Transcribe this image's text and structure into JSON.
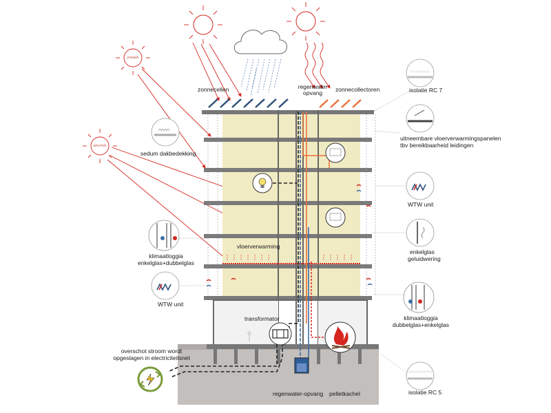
{
  "labels": {
    "zonnecellen": "zonnecellen",
    "regenwater_opvang_top_1": "regenwater",
    "regenwater_opvang_top_2": "opvang",
    "zonnecollectoren": "zonnecollectoren",
    "isolatie_rc7": "isolatie RC 7",
    "vloerpanelen_1": "uitneembare vloerverwarmingspanelen",
    "vloerpanelen_2": "tbv bereikbaarheid leidingen",
    "sedum": "sedum dakbedekking",
    "wtw_right": "WTW unit",
    "enkelglas_1": "enkelglas",
    "enkelglas_2": "geluidwering",
    "klimaatloggia_left_1": "klimaatloggia",
    "klimaatloggia_left_2": "enkelglas+dubbelglas",
    "vloerverwarming": "vloerverwarming",
    "wtw_left": "WTW unit",
    "klimaatloggia_right_1": "klimaatloggia",
    "klimaatloggia_right_2": "dubbelglas+enkelglas",
    "transformator": "transformator",
    "overschot_1": "overschot stroom wordt",
    "overschot_2": "opgeslagen in electriciteitsnet",
    "regenwater_opvang_bottom": "regenwater-opvang",
    "pelletkachel": "pelletkachel",
    "isolatie_rc5": "isolatie RC 5"
  },
  "sun_labels": {
    "zomer": "ZOMER",
    "winter": "WINTER"
  },
  "colors": {
    "facade": "#f1ebc3",
    "frame": "#8d8d8d",
    "ground": "#c3bfbc",
    "slab": "#777777",
    "red": "#d5261f",
    "blue": "#3e6ea6",
    "orange": "#e8733a",
    "solar_panel": "#2f4f7a"
  }
}
